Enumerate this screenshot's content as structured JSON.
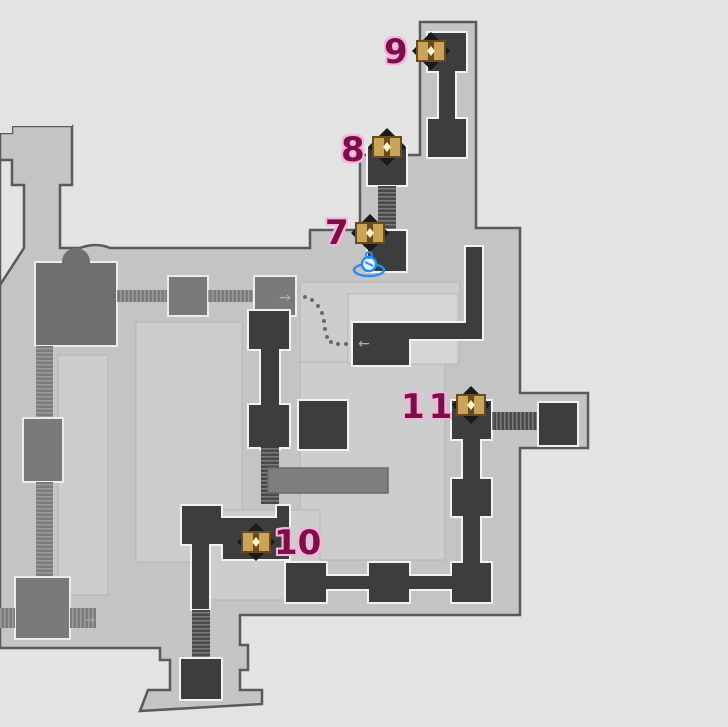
{
  "map": {
    "colors": {
      "background": "#e3e3e3",
      "floor": "#c4c4c4",
      "floor_inner": "#cfcfcf",
      "wall_outline": "#5a5a5a",
      "room_dark": "#3d3d3d",
      "room_mid": "#6f6f6f",
      "room_light_border": "#f2f2f2",
      "stairs": "#585858",
      "label_text": "#7a0f4a",
      "label_glow": "#f7b2dc",
      "chest_gold": "#c9a45a",
      "savepoint_blue": "#2a8cf0"
    },
    "markers": [
      {
        "id": "9",
        "label": "9",
        "type": "treasure-chest"
      },
      {
        "id": "8",
        "label": "8",
        "type": "treasure-chest"
      },
      {
        "id": "7",
        "label": "7",
        "type": "treasure-chest"
      },
      {
        "id": "11",
        "label": "11",
        "type": "treasure-chest"
      },
      {
        "id": "10",
        "label": "10",
        "type": "treasure-chest"
      }
    ],
    "icons": {
      "savepoint": "save-point-icon",
      "arrow_right": "→",
      "arrow_left": "←"
    }
  }
}
